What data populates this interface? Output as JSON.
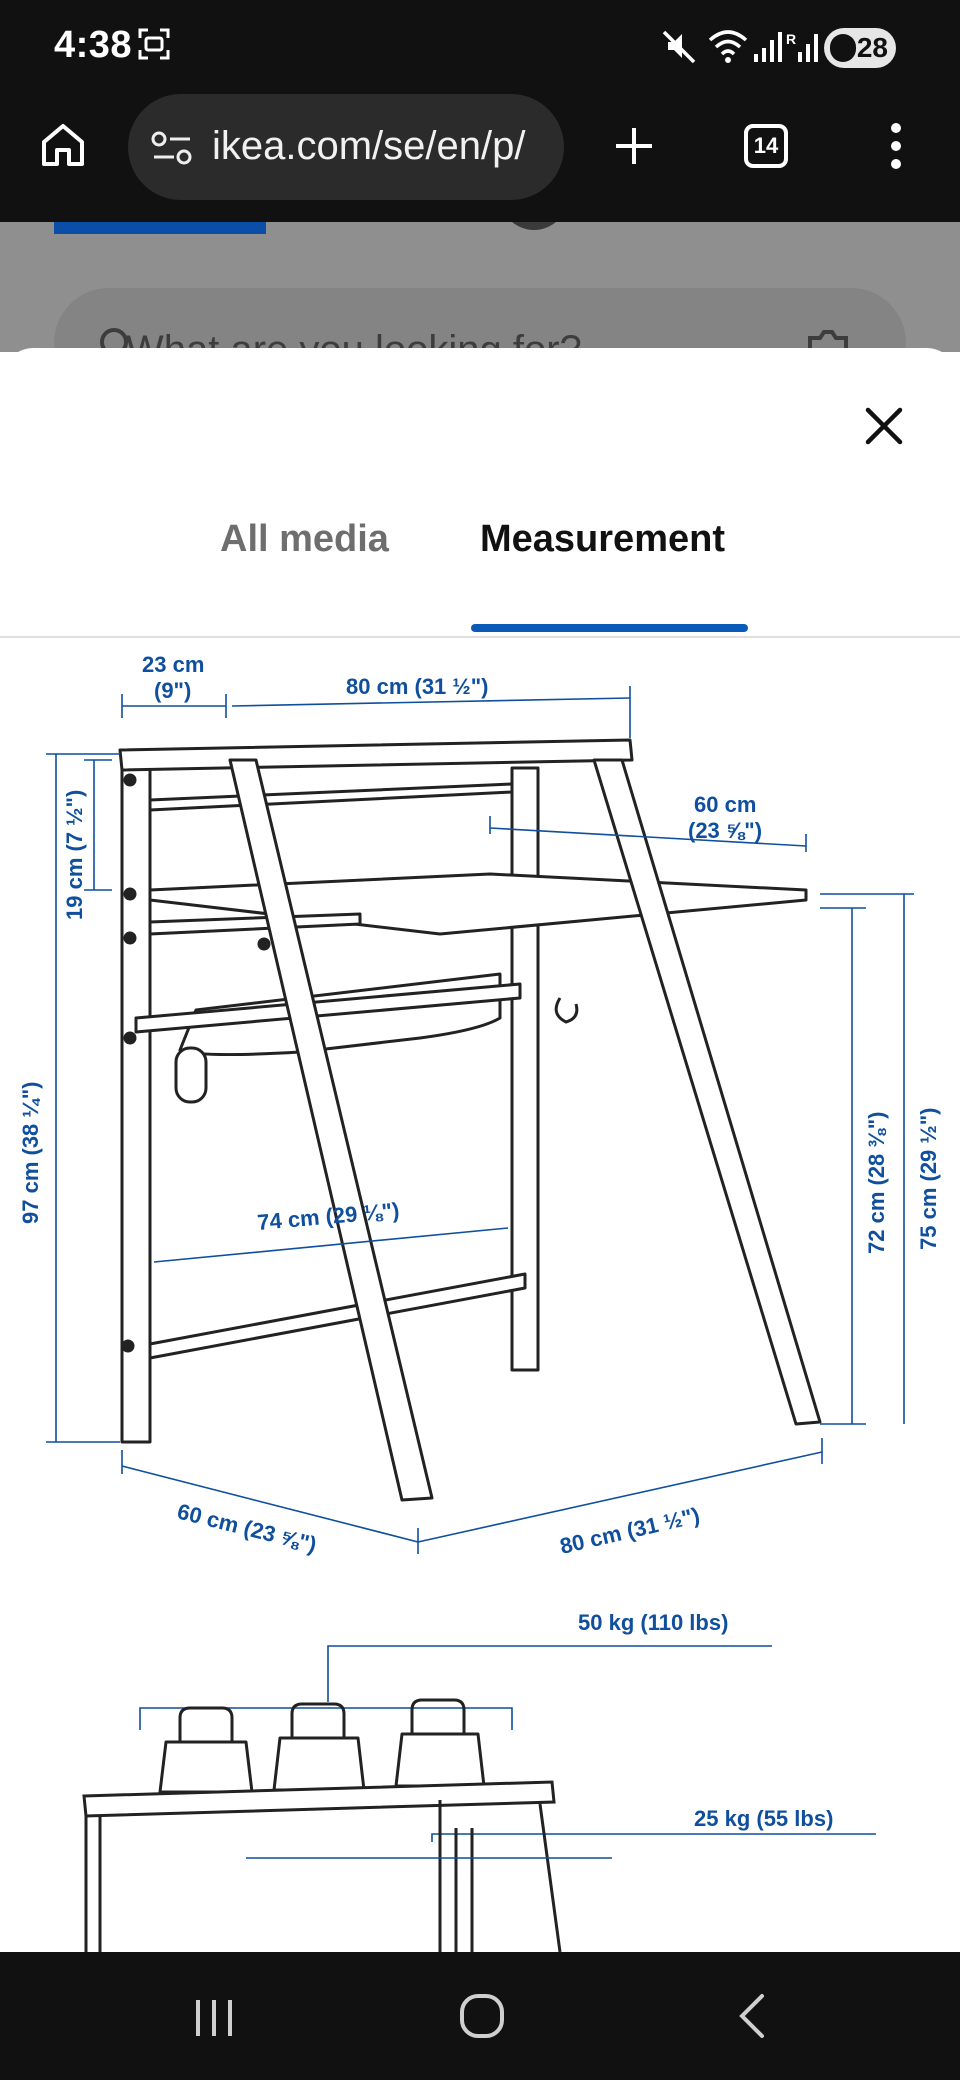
{
  "status_bar": {
    "time": "4:38",
    "battery": "28",
    "icons": [
      "screenshot-icon",
      "mute-icon",
      "wifi-icon",
      "signal-icon",
      "signal-roaming-icon",
      "battery-icon"
    ]
  },
  "browser": {
    "url": "ikea.com/se/en/p/",
    "tab_count": "14",
    "icons": [
      "home-icon",
      "site-settings-icon",
      "new-tab-icon",
      "tabs-icon",
      "more-menu-icon"
    ]
  },
  "background_page": {
    "search_placeholder": "What are you looking for?"
  },
  "modal": {
    "tabs": [
      {
        "label": "All media",
        "active": false
      },
      {
        "label": "Measurement",
        "active": true
      }
    ]
  },
  "dimensions": {
    "top_depth_cm": "23 cm",
    "top_depth_in": "(9\")",
    "top_width": "80 cm (31 ½\")",
    "desk_depth_cm": "60 cm",
    "desk_depth_in": "(23 ⅝\")",
    "shelf_gap": "19 cm (7 ½\")",
    "total_height": "97 cm (38 ¼\")",
    "desk_height_72": "72 cm (28 ⅜\")",
    "desk_height_75": "75 cm (29 ½\")",
    "inner_width": "74 cm (29 ⅛\")",
    "base_depth": "60 cm (23 ⅝\")",
    "base_width": "80 cm (31 ½\")",
    "load_top": "50 kg (110 lbs)",
    "load_shelf": "25 kg (55 lbs)"
  },
  "colors": {
    "accent": "#0a5bb8",
    "dimension_text": "#0f4f9d",
    "status_bar": "#111111"
  }
}
